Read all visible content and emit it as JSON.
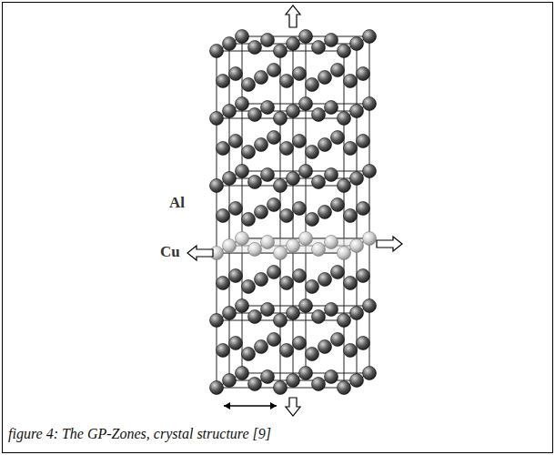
{
  "diagram": {
    "caption": "figure 4: The GP-Zones, crystal structure [9]",
    "labels": [
      "Al",
      "Cu"
    ]
  }
}
